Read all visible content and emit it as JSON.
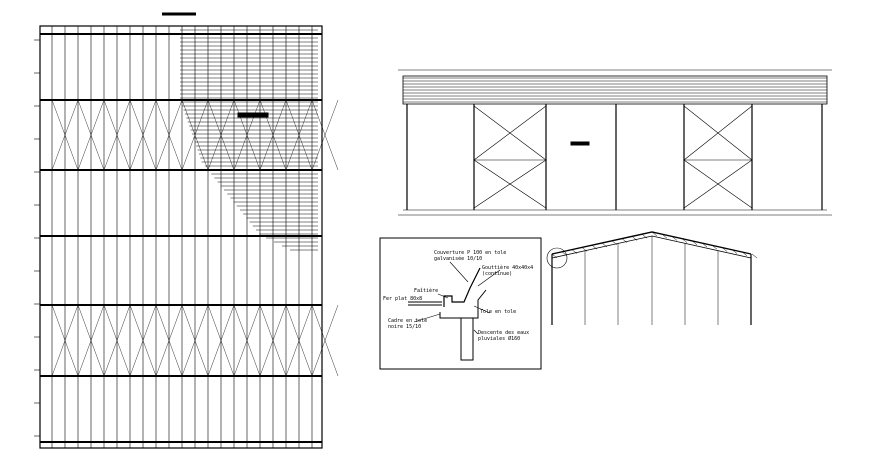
{
  "detail": {
    "label_couverture": "Couverture P 100 en tole",
    "label_couverture_2": "galvanisée 10/10",
    "label_gouttiere": "Gouttière 40x40x4",
    "label_gouttiere_2": "(continue)",
    "label_faitiere": "Faîtière",
    "label_tole": "Tole en tole",
    "label_fer": "Fer plat 80x8",
    "label_cadre": "Cadre en tole",
    "label_cadre_2": "noire 15/10",
    "label_descente": "Descente des eaux",
    "label_descente_2": "pluviales Ø160"
  }
}
